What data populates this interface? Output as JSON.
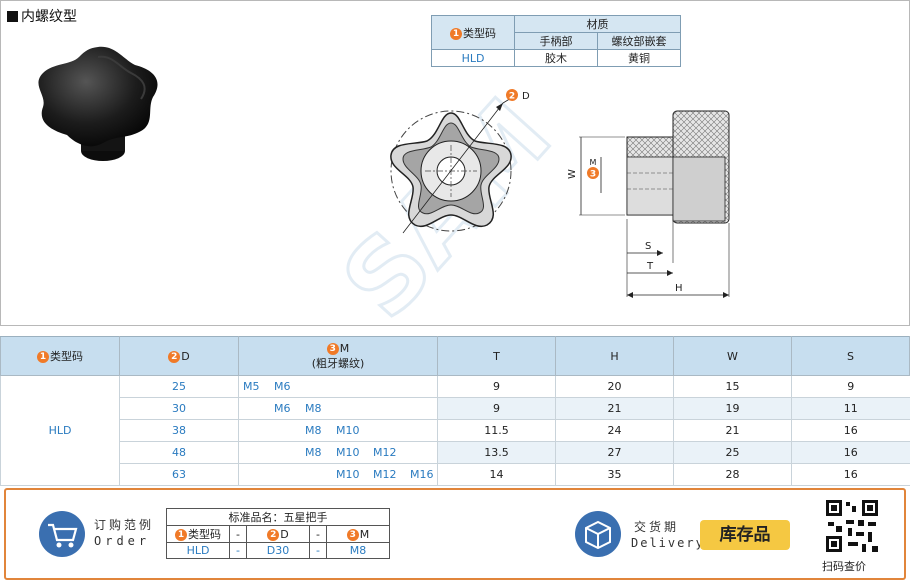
{
  "heading": "内螺纹型",
  "material_table": {
    "col_type": "类型码",
    "col_material": "材质",
    "col_handle": "手柄部",
    "col_insert": "螺纹部嵌套",
    "row_code": "HLD",
    "row_handle": "胶木",
    "row_insert": "黄铜",
    "badge1": "1"
  },
  "diagram_labels": {
    "d_badge": "2",
    "d_label": "D",
    "m_badge": "3",
    "m_label": "M",
    "w": "W",
    "s": "S",
    "t": "T",
    "h": "H"
  },
  "spec_table": {
    "headers": {
      "type_badge": "1",
      "type": "类型码",
      "d_badge": "2",
      "d": "D",
      "m_badge": "3",
      "m": "M",
      "m_note": "(粗牙螺纹)",
      "t": "T",
      "h": "H",
      "w": "W",
      "s": "S"
    },
    "type_code": "HLD",
    "rows": [
      {
        "d": "25",
        "m1": "M5",
        "m2": "M6",
        "t": "9",
        "h": "20",
        "w": "15",
        "s": "9"
      },
      {
        "d": "30",
        "m1": "M6",
        "m2": "M8",
        "t": "9",
        "h": "21",
        "w": "19",
        "s": "11"
      },
      {
        "d": "38",
        "m1": "M8",
        "m2": "M10",
        "t": "11.5",
        "h": "24",
        "w": "21",
        "s": "16"
      },
      {
        "d": "48",
        "m1": "M8",
        "m2": "M10",
        "m3": "M12",
        "t": "13.5",
        "h": "27",
        "w": "25",
        "s": "16"
      },
      {
        "d": "63",
        "m1": "M10",
        "m2": "M12",
        "m3": "M16",
        "t": "14",
        "h": "35",
        "w": "28",
        "s": "16"
      }
    ]
  },
  "order": {
    "title": "订购范例",
    "subtitle": "Order",
    "std_name": "标准品名：五星把手",
    "col_type": "类型码",
    "col_d": "D",
    "col_m": "M",
    "dash": "-",
    "val_type": "HLD",
    "val_d": "D30",
    "val_m": "M8"
  },
  "delivery": {
    "title": "交货期",
    "subtitle": "Delivery",
    "stock": "库存品"
  },
  "qr_label": "扫码查价",
  "colors": {
    "accent": "#2a7bc0",
    "orange": "#f07a28",
    "header_blue": "#c7deef",
    "stock_yellow": "#f5c842"
  }
}
